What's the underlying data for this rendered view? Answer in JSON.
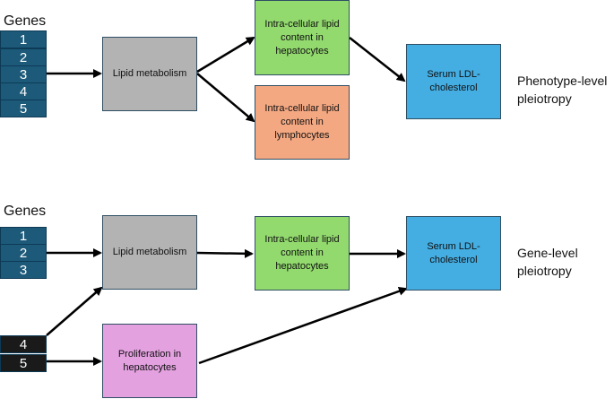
{
  "panels": [
    {
      "genes_label": "Genes",
      "genes": [
        "1",
        "2",
        "3",
        "4",
        "5"
      ],
      "boxes": {
        "lipid_metabolism": "Lipid metabolism",
        "hepatocytes_lipid": "Intra-cellular lipid content in hepatocytes",
        "lymphocytes_lipid": "Intra-cellular lipid content in lymphocytes",
        "serum_ldl": "Serum LDL-cholesterol"
      },
      "side_label_line1": "Phenotype-level",
      "side_label_line2": "pleiotropy"
    },
    {
      "genes_label": "Genes",
      "genes": [
        "1",
        "2",
        "3",
        "4",
        "5"
      ],
      "boxes": {
        "lipid_metabolism": "Lipid metabolism",
        "hepatocytes_lipid": "Intra-cellular lipid content in hepatocytes",
        "proliferation": "Proliferation in hepatocytes",
        "serum_ldl": "Serum LDL-cholesterol"
      },
      "side_label_line1": "Gene-level",
      "side_label_line2": "pleiotropy"
    }
  ],
  "colors": {
    "gene_blue": "#1d5a7a",
    "gene_dark": "#1a1a1a",
    "grey": "#b3b3b3",
    "green": "#92d96e",
    "salmon": "#f4a882",
    "blue": "#44ade2",
    "pink": "#e4a1e0"
  }
}
